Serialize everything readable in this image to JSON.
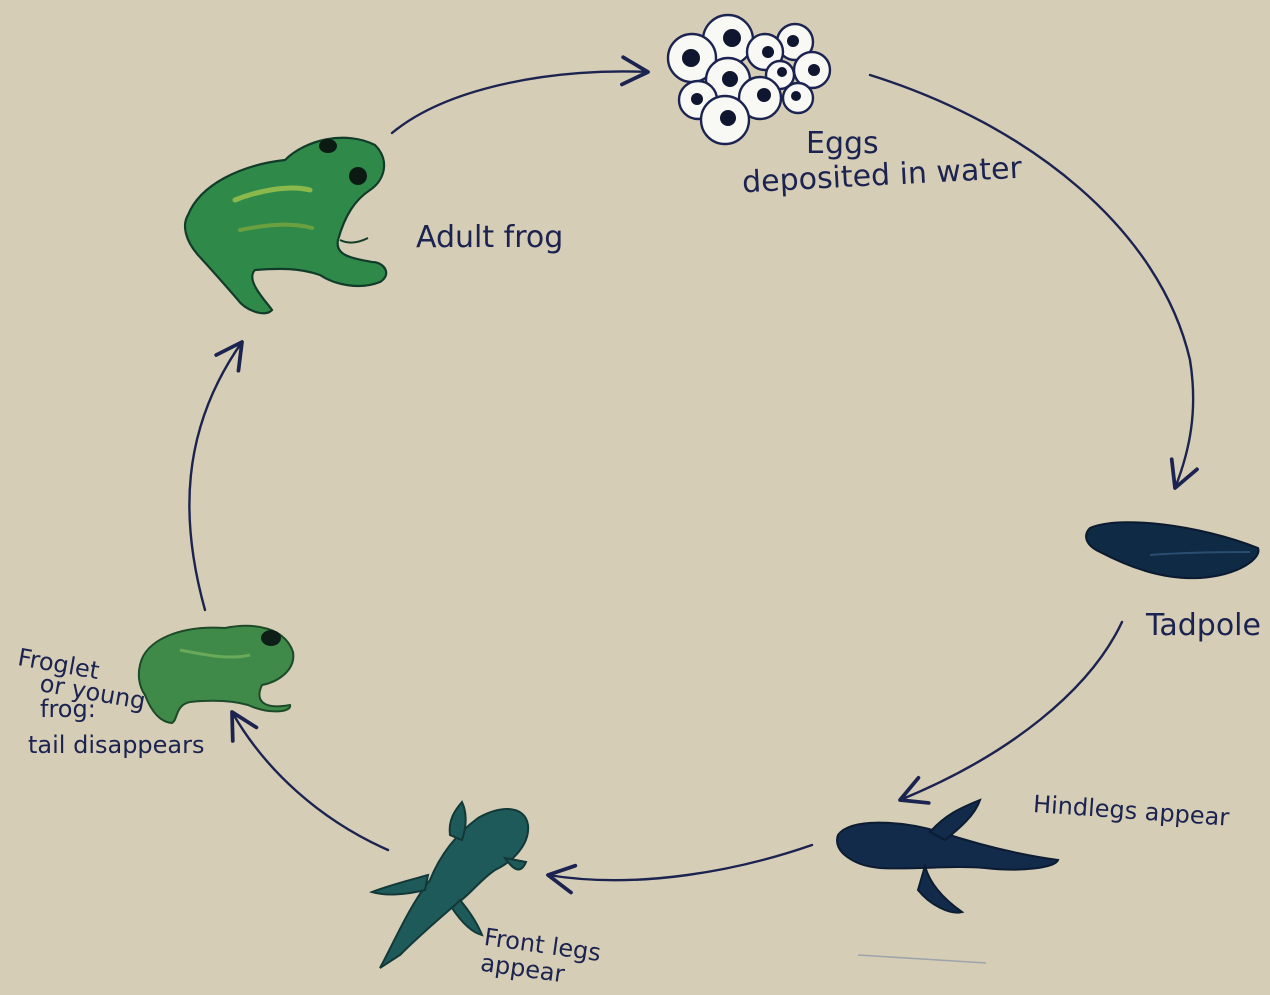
{
  "diagram": {
    "stages": {
      "eggs": {
        "lines": [
          "Eggs",
          "deposited in water"
        ]
      },
      "tadpole": {
        "lines": [
          "Tadpole"
        ]
      },
      "hindlegs": {
        "lines": [
          "Hindlegs appear"
        ]
      },
      "frontlegs": {
        "lines": [
          "Front legs",
          "appear"
        ]
      },
      "froglet": {
        "lines": [
          "Froglet",
          "or young",
          "frog:",
          "tail disappears"
        ]
      },
      "adult": {
        "lines": [
          "Adult frog"
        ]
      }
    },
    "colors": {
      "background": "#d6cdb6",
      "ink": "#1b2350",
      "frog_green": "#2f8a4a",
      "frog_dark": "#123c2a",
      "tadpole": "#0f2a45",
      "egg_white": "#f8f8f4"
    }
  }
}
